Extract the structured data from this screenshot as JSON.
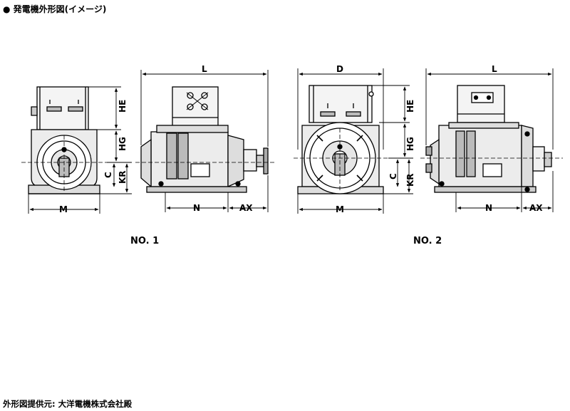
{
  "page": {
    "heading": "● 発電機外形図(イメージ)",
    "credit": "外形図提供元: 大洋電機株式会社殿"
  },
  "figures": [
    {
      "label": "NO. 1",
      "front_view": {
        "dims": {
          "he": "HE",
          "hg": "HG",
          "c": "C",
          "kr": "KR",
          "width": "M"
        }
      },
      "side_view": {
        "dims": {
          "length": "L",
          "n": "N",
          "ax": "AX"
        }
      }
    },
    {
      "label": "NO. 2",
      "front_view": {
        "dims": {
          "he": "HE",
          "hg": "HG",
          "c": "C",
          "kr": "KR",
          "width": "M",
          "diameter": "D"
        }
      },
      "side_view": {
        "dims": {
          "length": "L",
          "n": "N",
          "ax": "AX"
        }
      }
    }
  ],
  "colors": {
    "ink": "#000000",
    "paper": "#ffffff",
    "shade": "#d9d9d9"
  }
}
